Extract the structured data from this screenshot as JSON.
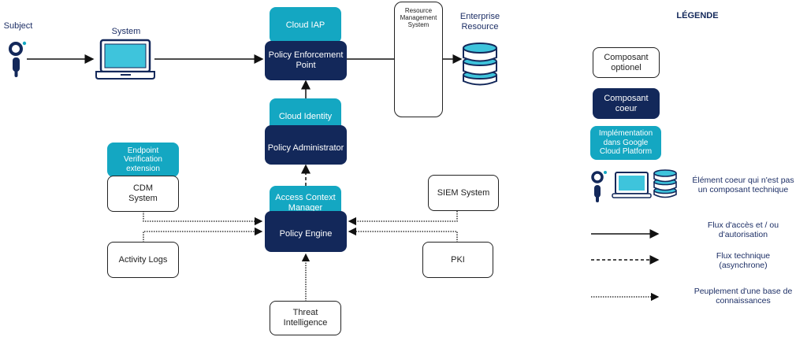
{
  "colors": {
    "core": "#13285a",
    "gcp": "#14a7c2",
    "screen": "#3ec4dc",
    "text": "#1d2f66",
    "line": "#222222"
  },
  "actors": {
    "subject": {
      "label": "Subject",
      "icon": "person-icon"
    },
    "system": {
      "label": "System",
      "icon": "laptop-icon"
    },
    "enterprise_resource": {
      "label": "Enterprise\nResource",
      "icon": "database-icon"
    }
  },
  "components": {
    "cloud_iap": "Cloud IAP",
    "pep": "Policy Enforcement\nPoint",
    "cloud_identity": "Cloud Identity",
    "policy_administrator": "Policy Administrator",
    "access_context_manager": "Access Context\nManager",
    "policy_engine": "Policy Engine",
    "endpoint_verification": "Endpoint\nVerification\nextension",
    "cdm_system": "CDM\nSystem",
    "activity_logs": "Activity Logs",
    "siem_system": "SIEM System",
    "pki": "PKI",
    "threat_intelligence": "Threat\nIntelligence",
    "resource_management_system": "Resource\nManagement\nSystem"
  },
  "legend": {
    "title": "LÉGENDE",
    "optional": "Composant\noptionel",
    "core": "Composant\ncoeur",
    "gcp": "Implémentation\ndans Google\nCloud Platform",
    "non_technical": "Élément coeur qui n'est pas\nun composant technique",
    "flow_access": "Flux d'accès et / ou\nd'autorisation",
    "flow_technical": "Flux technique\n(asynchrone)",
    "flow_knowledge": "Peuplement d'une base de\nconnaissances"
  }
}
